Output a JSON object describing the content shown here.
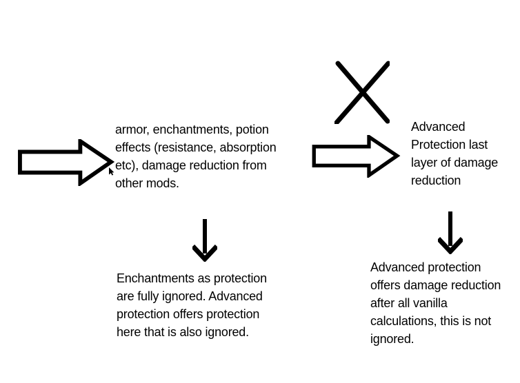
{
  "canvas": {
    "background_color": "#ffffff",
    "ink_color": "#000000"
  },
  "diagram": {
    "vanilla_chain": {
      "input_label": "armor, enchantments, potion\neffects (resistance, absorption\netc), damage reduction from\nother mods.",
      "result_label": "Enchantments as protection\nare fully ignored. Advanced\nprotection offers protection\nhere that is also ignored."
    },
    "advanced_chain": {
      "input_label": "Advanced\nProtection last\nlayer of damage\nreduction",
      "result_label": "Advanced protection\noffers damage reduction\nafter all vanilla\ncalculations, this is not\nignored."
    },
    "icons": {
      "left_flow_arrow": "hollow-right-arrow",
      "right_flow_arrow": "hollow-right-arrow",
      "rejected_mark": "x-cross",
      "left_down_arrow": "thin-down-arrow",
      "right_down_arrow": "thin-down-arrow",
      "pointer": "mouse-cursor"
    }
  }
}
